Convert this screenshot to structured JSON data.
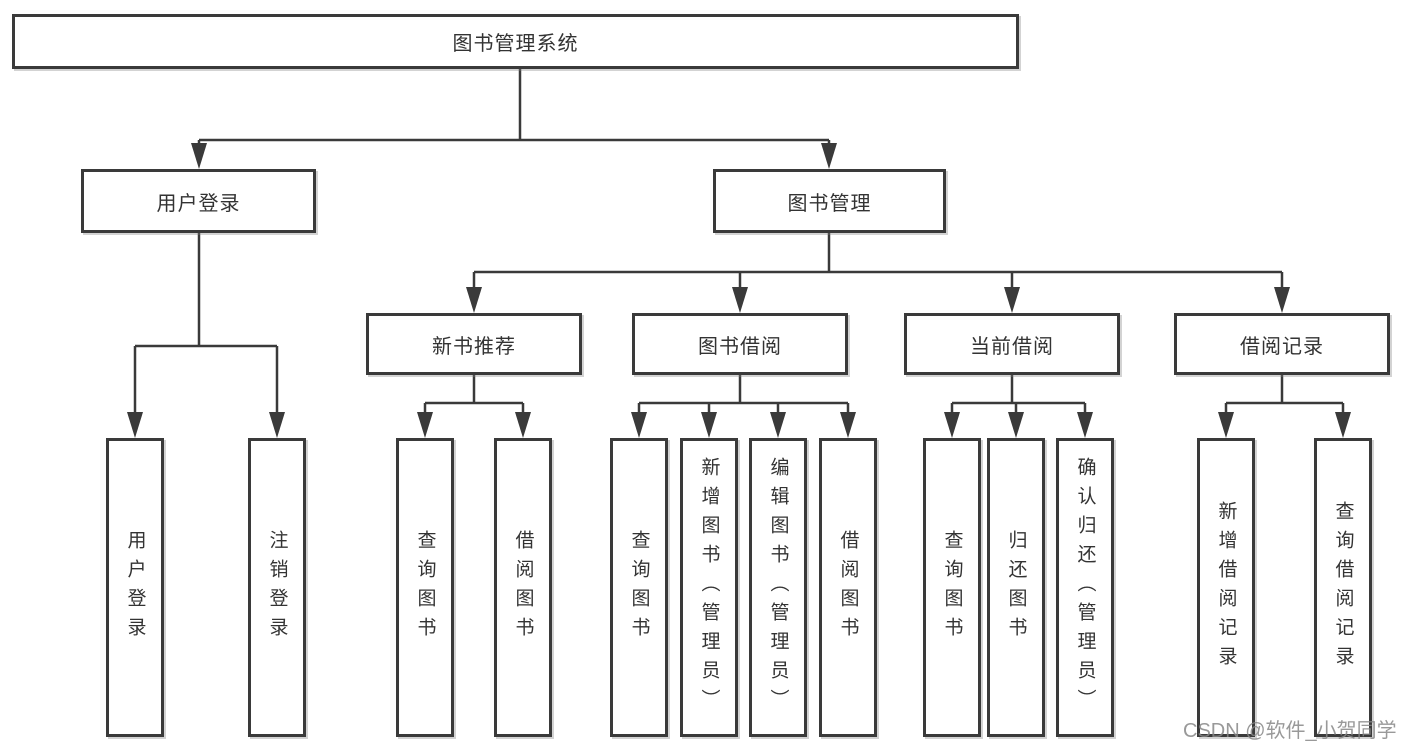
{
  "diagram": {
    "root": {
      "label": "图书管理系统"
    },
    "branches": [
      {
        "label": "用户登录",
        "children": [
          {
            "label": "用户登录"
          },
          {
            "label": "注销登录"
          }
        ]
      },
      {
        "label": "图书管理",
        "children": [
          {
            "label": "新书推荐",
            "children": [
              {
                "label": "查询图书"
              },
              {
                "label": "借阅图书"
              }
            ]
          },
          {
            "label": "图书借阅",
            "children": [
              {
                "label": "查询图书"
              },
              {
                "label": "新增图书（管理员）"
              },
              {
                "label": "编辑图书（管理员）"
              },
              {
                "label": "借阅图书"
              }
            ]
          },
          {
            "label": "当前借阅",
            "children": [
              {
                "label": "查询图书"
              },
              {
                "label": "归还图书"
              },
              {
                "label": "确认归还（管理员）"
              }
            ]
          },
          {
            "label": "借阅记录",
            "children": [
              {
                "label": "新增借阅记录"
              },
              {
                "label": "查询借阅记录"
              }
            ]
          }
        ]
      }
    ]
  },
  "watermark": {
    "text": "CSDN @软件_小贺同学"
  },
  "colors": {
    "line": "#3a3a3a",
    "text": "#333333",
    "watermark": "#878787",
    "background": "#ffffff"
  }
}
